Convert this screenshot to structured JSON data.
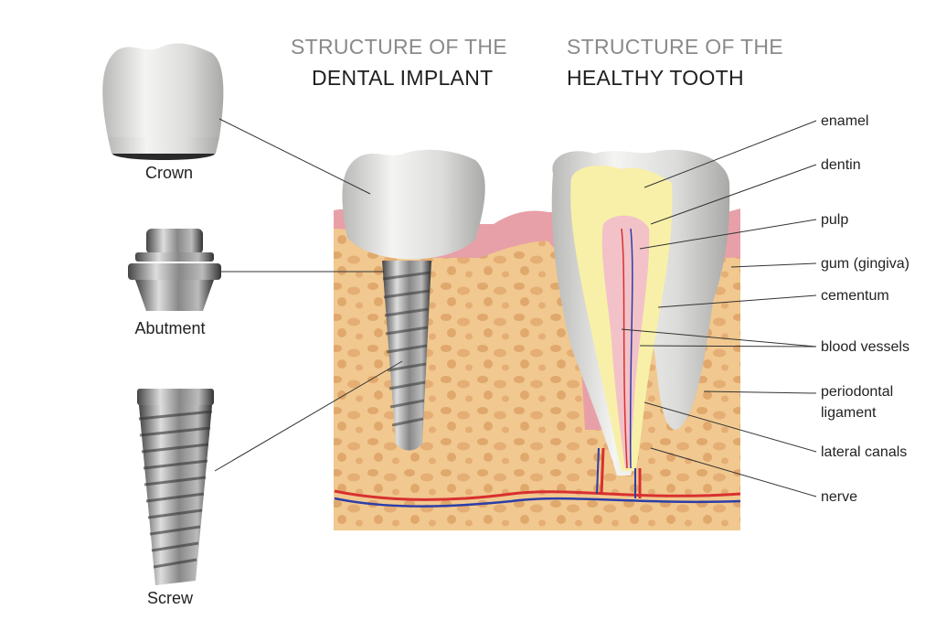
{
  "implant_title": {
    "line1": "STRUCTURE OF THE",
    "line2": "DENTAL IMPLANT"
  },
  "tooth_title": {
    "line1": "STRUCTURE OF THE",
    "line2": "HEALTHY TOOTH"
  },
  "implant_parts": [
    "Crown",
    "Abutment",
    "Screw"
  ],
  "tooth_labels": {
    "enamel": "enamel",
    "dentin": "dentin",
    "pulp": "pulp",
    "gum": "gum (gingiva)",
    "cementum": "cementum",
    "blood_vessels": "blood vessels",
    "periodontal_1": "periodontal",
    "periodontal_2": "ligament",
    "lateral_canals": "lateral canals",
    "nerve": "nerve"
  },
  "colors": {
    "bone": "#f1c88f",
    "gum": "#e8a0a8",
    "enamel": "#e8e8e6",
    "dentin": "#f8f0a8",
    "pulp": "#f2c2c8",
    "artery": "#d83030",
    "vein": "#2c3ea8"
  }
}
